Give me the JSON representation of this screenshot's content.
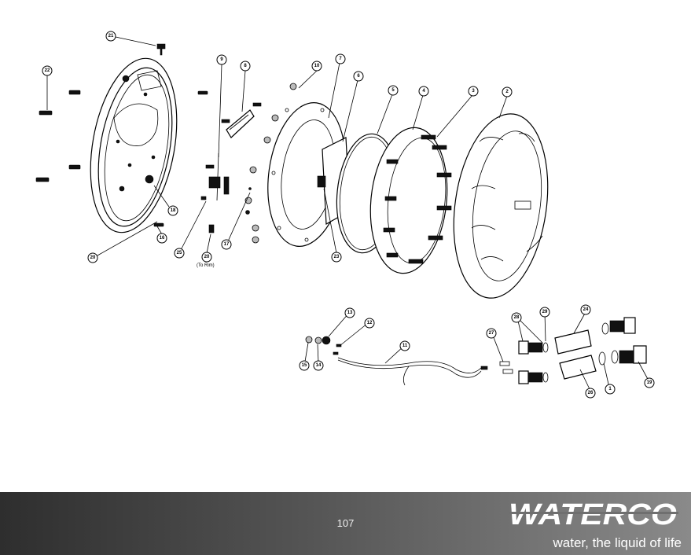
{
  "diagram": {
    "callouts": [
      {
        "id": "c21",
        "label": "21"
      },
      {
        "id": "c22",
        "label": "22"
      },
      {
        "id": "c9",
        "label": "9"
      },
      {
        "id": "c8",
        "label": "8"
      },
      {
        "id": "c10",
        "label": "10"
      },
      {
        "id": "c7",
        "label": "7"
      },
      {
        "id": "c6",
        "label": "6"
      },
      {
        "id": "c5",
        "label": "5"
      },
      {
        "id": "c4",
        "label": "4"
      },
      {
        "id": "c3",
        "label": "3"
      },
      {
        "id": "c2",
        "label": "2"
      },
      {
        "id": "c18",
        "label": "18"
      },
      {
        "id": "c16",
        "label": "16"
      },
      {
        "id": "c20a",
        "label": "20"
      },
      {
        "id": "c25",
        "label": "25"
      },
      {
        "id": "c20b",
        "label": "20"
      },
      {
        "id": "c17",
        "label": "17"
      },
      {
        "id": "c23",
        "label": "23"
      },
      {
        "id": "c13",
        "label": "13"
      },
      {
        "id": "c12",
        "label": "12"
      },
      {
        "id": "c11",
        "label": "11"
      },
      {
        "id": "c15",
        "label": "15"
      },
      {
        "id": "c14",
        "label": "14"
      },
      {
        "id": "c27",
        "label": "27"
      },
      {
        "id": "c28",
        "label": "28"
      },
      {
        "id": "c29",
        "label": "29"
      },
      {
        "id": "c24",
        "label": "24"
      },
      {
        "id": "c26",
        "label": "26"
      },
      {
        "id": "c1",
        "label": "1"
      },
      {
        "id": "c19",
        "label": "19"
      }
    ],
    "note": "(To Rim)"
  },
  "footer": {
    "page_number": "107",
    "brand": "WATERCO",
    "tagline": "water, the liquid of life"
  },
  "colors": {
    "footer_dark": "#2e2e2e",
    "footer_light": "#8a8a8a",
    "text_light": "#ffffff"
  }
}
